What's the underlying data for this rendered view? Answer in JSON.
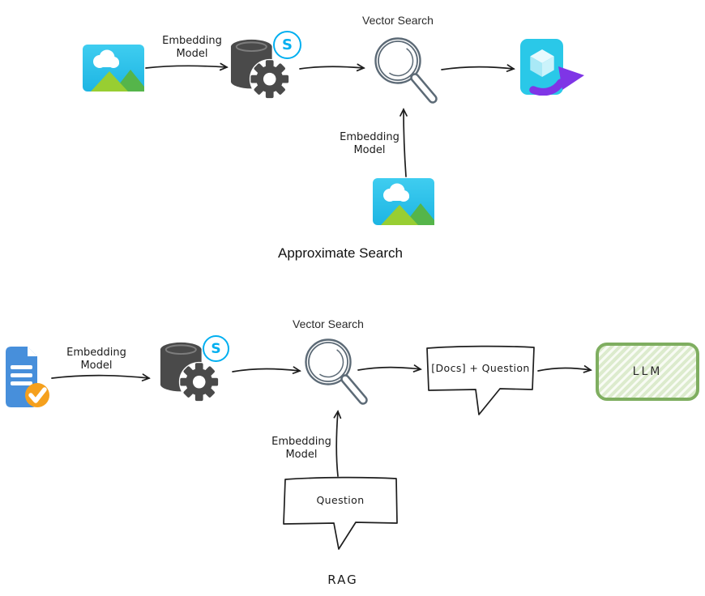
{
  "top_diagram": {
    "title": "Approximate Search",
    "vector_search_label": "Vector Search",
    "embedding_arrow_1": {
      "line1": "Embedding",
      "line2": "Model"
    },
    "embedding_arrow_2": {
      "line1": "Embedding",
      "line2": "Model"
    },
    "skype_badge": "S",
    "icons": {
      "input_image": "image-icon",
      "embedding_database": "database-gear-icon",
      "vector_search": "magnifier-icon",
      "result_output": "cube-export-icon",
      "query_image": "image-icon"
    }
  },
  "bottom_diagram": {
    "title": "RAG",
    "vector_search_label": "Vector Search",
    "embedding_arrow_1": {
      "line1": "Embedding",
      "line2": "Model"
    },
    "embedding_arrow_2": {
      "line1": "Embedding",
      "line2": "Model"
    },
    "skype_badge": "S",
    "docs_question_bubble_label": "[Docs] + Question",
    "question_bubble_label": "Question",
    "llm_label": "LLM",
    "icons": {
      "input_document": "document-check-icon",
      "embedding_database": "database-gear-icon",
      "vector_search": "magnifier-icon"
    }
  },
  "colors": {
    "image_icon_bg": "#2CC2EA",
    "mountain_light": "#98CE32",
    "mountain_dark": "#55B54A",
    "database_gray": "#4A4A4A",
    "skype_blue": "#00AFF0",
    "magnifier_gray": "#5C6A76",
    "cube_bg": "#2AC8E8",
    "export_arrow_purple": "#7F35E6",
    "document_blue": "#478FDB",
    "check_orange": "#F5A01D",
    "llm_border_green": "#7FAE60",
    "llm_fill_green": "#DCEBCD",
    "arrow_black": "#1d1d1d"
  }
}
